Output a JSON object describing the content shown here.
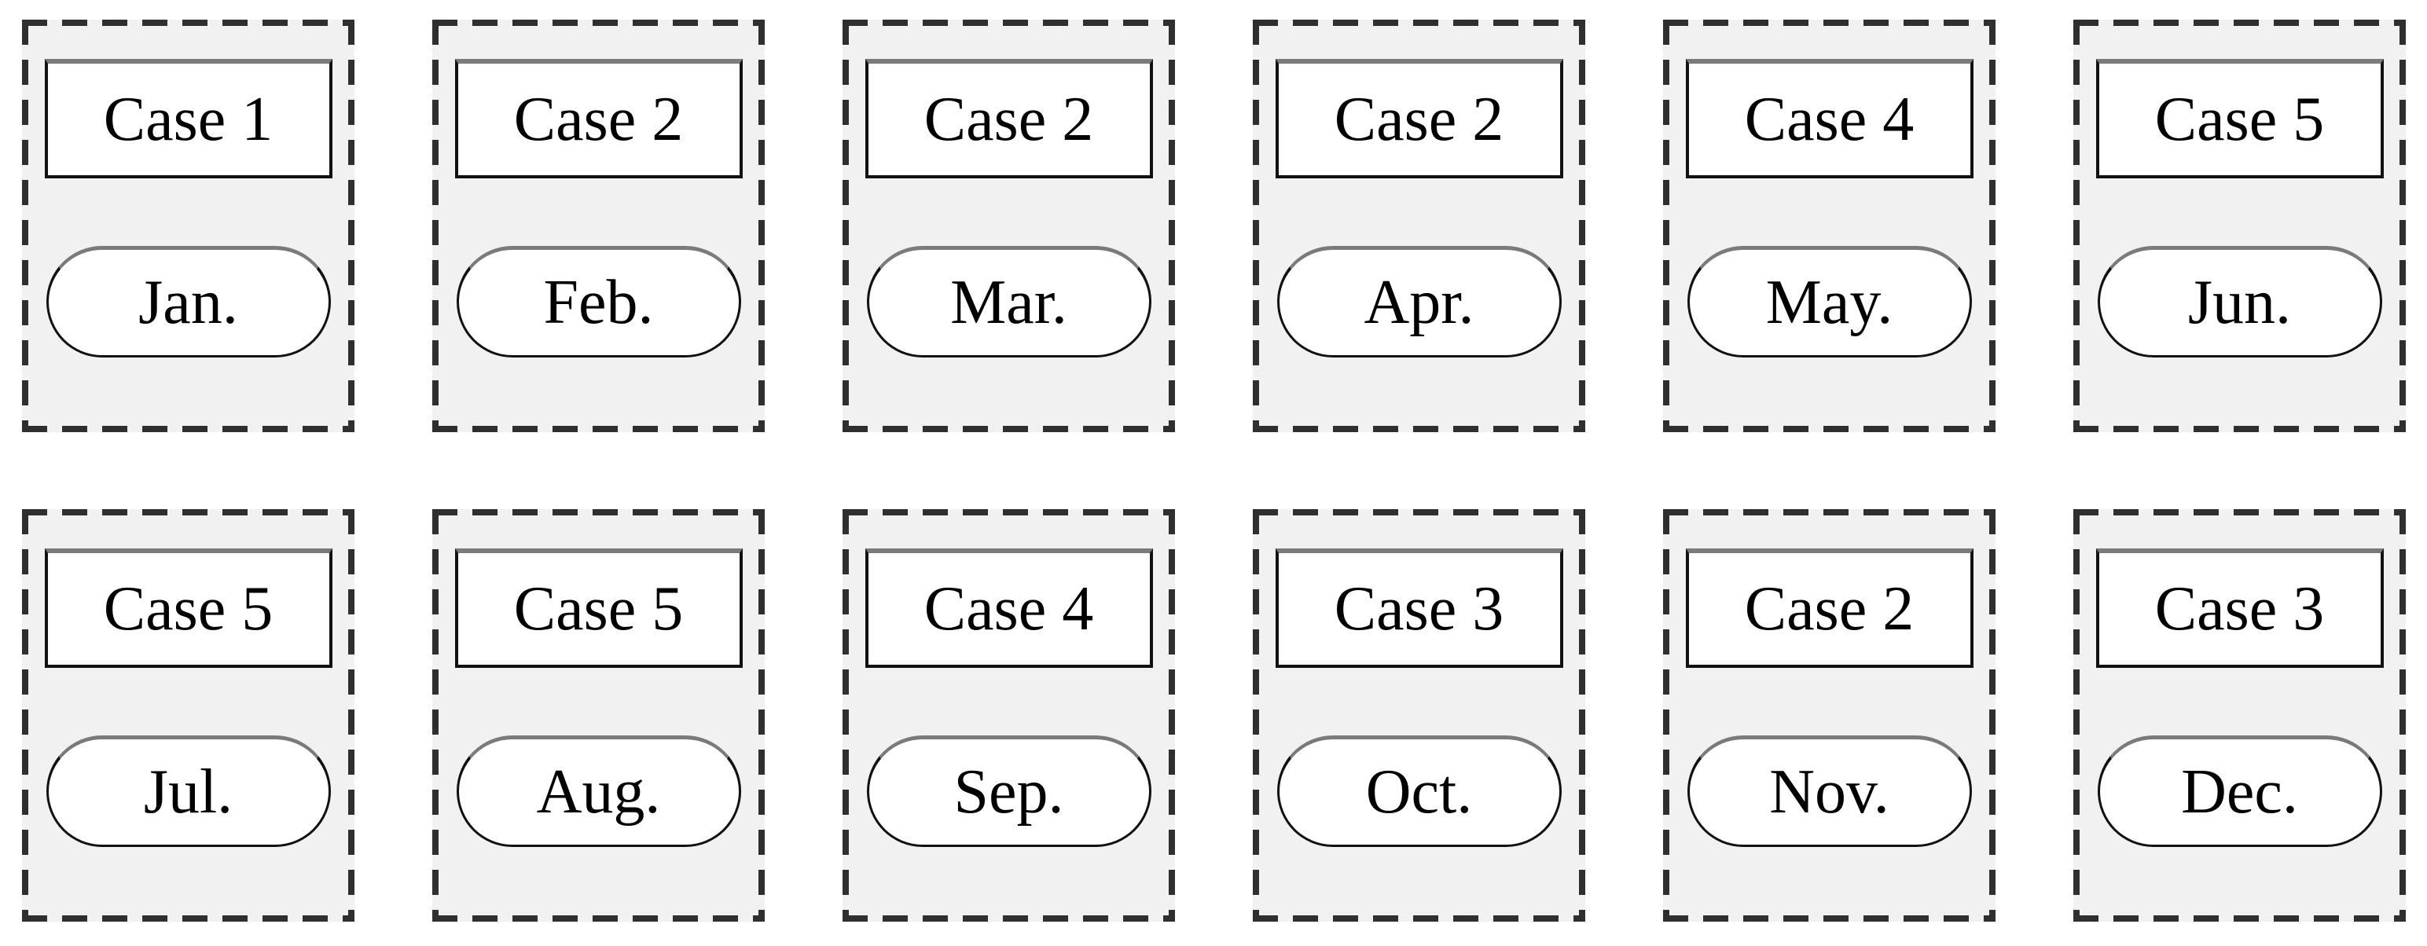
{
  "diagram": {
    "rows": [
      {
        "cells": [
          {
            "case_label": "Case 1",
            "month_label": "Jan."
          },
          {
            "case_label": "Case 2",
            "month_label": "Feb."
          },
          {
            "case_label": "Case 2",
            "month_label": "Mar."
          },
          {
            "case_label": "Case 2",
            "month_label": "Apr."
          },
          {
            "case_label": "Case 4",
            "month_label": "May."
          },
          {
            "case_label": "Case 5",
            "month_label": "Jun."
          }
        ]
      },
      {
        "cells": [
          {
            "case_label": "Case 5",
            "month_label": "Jul."
          },
          {
            "case_label": "Case 5",
            "month_label": "Aug."
          },
          {
            "case_label": "Case 4",
            "month_label": "Sep."
          },
          {
            "case_label": "Case 3",
            "month_label": "Oct."
          },
          {
            "case_label": "Case 2",
            "month_label": "Nov."
          },
          {
            "case_label": "Case 3",
            "month_label": "Dec."
          }
        ]
      }
    ]
  },
  "colors": {
    "page_bg": "#ffffff",
    "cell_bg": "#f1f1f1",
    "dash_color": "#2f2f2f",
    "shape_fill": "#ffffff",
    "shape_border": "#111111",
    "shape_border_top": "#7a7a7a",
    "text_color": "#000000"
  }
}
